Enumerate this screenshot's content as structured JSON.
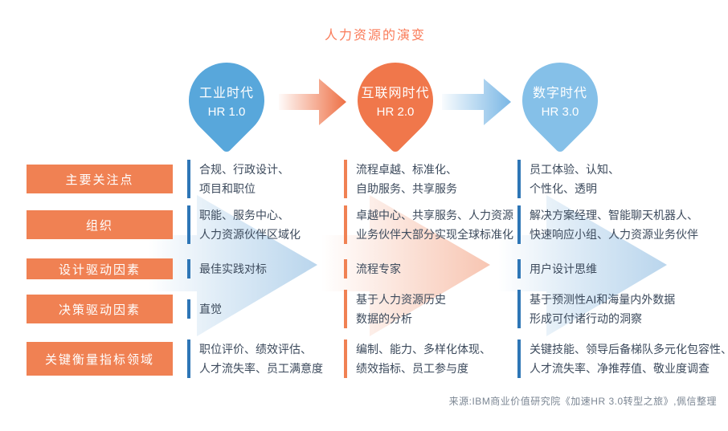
{
  "title": "人力资源的演变",
  "eras": [
    {
      "name": "工业时代",
      "version": "HR 1.0",
      "color": "#58A7DB"
    },
    {
      "name": "互联网时代",
      "version": "HR 2.0",
      "color": "#F0774B"
    },
    {
      "name": "数字时代",
      "version": "HR 3.0",
      "color": "#85C0E8"
    }
  ],
  "rows": [
    {
      "label": "主要关注点",
      "cells": [
        [
          "合规、行政设计、",
          "项目和职位"
        ],
        [
          "流程卓越、标准化、",
          "自助服务、共享服务"
        ],
        [
          "员工体验、认知、",
          "个性化、透明"
        ]
      ]
    },
    {
      "label": "组织",
      "cells": [
        [
          "职能、服务中心、",
          "人力资源伙伴区域化"
        ],
        [
          "卓越中心、共享服务、人力资源",
          "业务伙伴大部分实现全球标准化"
        ],
        [
          "解决方案经理、智能聊天机器人、",
          "快速响应小组、人力资源业务伙伴"
        ]
      ]
    },
    {
      "label": "设计驱动因素",
      "cells": [
        [
          "最佳实践对标"
        ],
        [
          "流程专家"
        ],
        [
          "用户设计思维"
        ]
      ]
    },
    {
      "label": "决策驱动因素",
      "cells": [
        [
          "直觉"
        ],
        [
          "基于人力资源历史",
          "数据的分析"
        ],
        [
          "基于预测性AI和海量内外数据",
          "形成可付诸行动的洞察"
        ]
      ]
    },
    {
      "label": "关键衡量指标领域",
      "cells": [
        [
          "职位评价、绩效评估、",
          "人才流失率、员工满意度"
        ],
        [
          "编制、能力、多样化体现、",
          "绩效指标、员工参与度"
        ],
        [
          "关键技能、领导后备梯队多元化包容性、",
          "人才流失率、净推荐值、敬业度调查"
        ]
      ]
    }
  ],
  "source": "来源:IBM商业价值研究院《加速HR 3.0转型之旅》,佩信整理",
  "colors": {
    "title_orange": "#FA7C5A",
    "label_orange": "#F08153",
    "pin_blue_dark": "#58A7DB",
    "pin_orange": "#F0774B",
    "pin_blue_light": "#85C0E8",
    "bar_blue": "#2E76B6",
    "bar_orange": "#F08153",
    "text_dark": "#3C4A5C",
    "source_gray": "#7B8693"
  }
}
